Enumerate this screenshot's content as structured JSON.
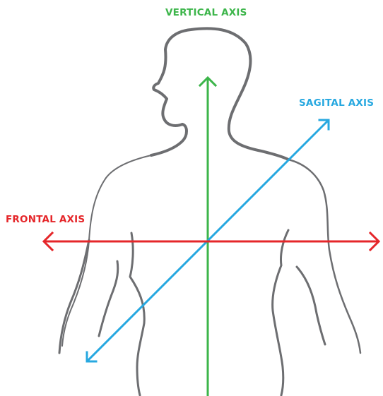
{
  "labels": {
    "vertical_axis": "VERTICAL AXIS",
    "sagital_axis": "SAGITAL AXIS",
    "frontal_axis": "FRONTAL AXIS"
  },
  "colors": {
    "vertical": "#3cb54a",
    "sagital": "#27a8e0",
    "frontal": "#e5262a",
    "body_outline": "#6d6e71",
    "background": "#ffffff"
  },
  "icons": {
    "body": "human-upper-body-silhouette",
    "arrowheads": "open-chevron-arrowheads"
  }
}
